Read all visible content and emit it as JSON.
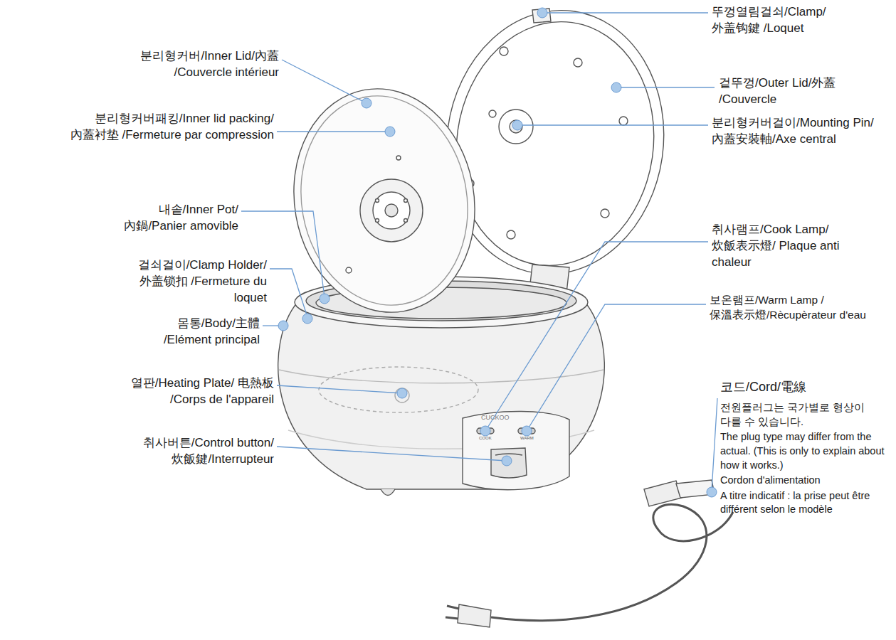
{
  "diagram": {
    "labels": [
      "분리형커버/Inner Lid/內蓋 /Couvercle intérieur",
      "분리형커버패킹/Inner lid packing/ 內蓋衬垫 /Fermeture par compression",
      "내솥/Inner Pot/ 內鍋/Panier amovible",
      "걸쇠걸이/Clamp Holder/ 外盖锁扣 /Fermeture du loquet",
      "몸통/Body/主體 /Elément principal",
      "열판/Heating Plate/ 电熱板 /Corps de l'appareil",
      "취사버튼/Control button/ 炊飯鍵/Interrupteur",
      "뚜껑열림걸쇠/Clamp/ 外盖钩鍵 /Loquet",
      "겉뚜껑/Outer Lid/外蓋 /Couvercle",
      "분리형커버걸이/Mounting Pin/ 內蓋安裝軸/Axe central",
      "취사램프/Cook Lamp/ 炊飯表示燈/ Plaque anti chaleur",
      "보온램프/Warm Lamp /保溫表示燈/Rècupèrateur d'eau",
      "코드/Cord/電線",
      "전원플러그는 국가별로 형상이 다를 수 있습니다.",
      "The plug type may differ from the actual. (This is only to explain about how it works.)",
      "Cordon d'alimentation",
      "A titre indicatif : la prise peut être différent selon le modèle",
      "CUCKOO",
      "COOK",
      "WARM"
    ]
  }
}
